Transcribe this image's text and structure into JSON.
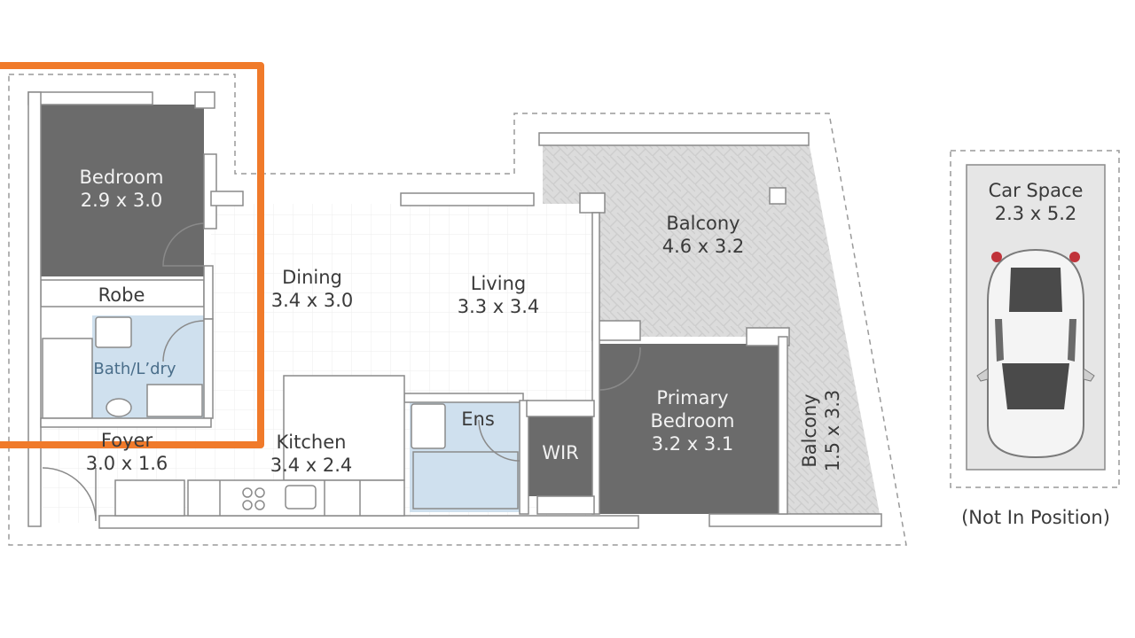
{
  "rooms": {
    "bedroom": {
      "name": "Bedroom",
      "size": "2.9 x 3.0"
    },
    "robe": {
      "name": "Robe"
    },
    "bath_laundry": {
      "name": "Bath/L’dry"
    },
    "dining": {
      "name": "Dining",
      "size": "3.4 x 3.0"
    },
    "living": {
      "name": "Living",
      "size": "3.3 x 3.4"
    },
    "balcony_main": {
      "name": "Balcony",
      "size": "4.6 x 3.2"
    },
    "foyer": {
      "name": "Foyer",
      "size": "3.0 x 1.6"
    },
    "kitchen": {
      "name": "Kitchen",
      "size": "3.4 x 2.4"
    },
    "ensuite": {
      "name": "Ens"
    },
    "wir": {
      "name": "WIR"
    },
    "primary_bedroom": {
      "name_line1": "Primary",
      "name_line2": "Bedroom",
      "size": "3.2 x 3.1"
    },
    "balcony_side": {
      "name": "Balcony",
      "size": "1.5 x 3.3"
    }
  },
  "car_space": {
    "name": "Car Space",
    "size": "2.3 x 5.2",
    "note": "(Not In Position)"
  },
  "colors": {
    "wall": "#ffffff",
    "wall_outline": "#8a8a8a",
    "dark_room": "#6b6b6b",
    "wet_area": "#cfe0ee",
    "balcony": "#d9d9d9",
    "highlight": "#f07a2a"
  }
}
